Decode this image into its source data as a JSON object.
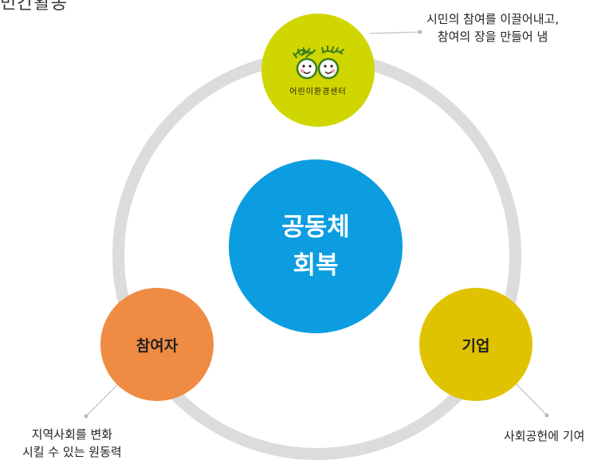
{
  "header": {
    "title_cut": "민간활동"
  },
  "center": {
    "label": "공동체\n회복"
  },
  "nodes": {
    "top": {
      "logo_text": "어린이환경센터",
      "icon": "two-smiling-faces-with-leaves-logo"
    },
    "left": {
      "label": "참여자"
    },
    "right": {
      "label": "기업"
    }
  },
  "notes": {
    "top": "시민의 참여를 이끌어내고,\n참여의 장을 만들어 냄",
    "left": "지역사회를 변화\n시킬 수 있는 원동력",
    "right": "사회공헌에 기여"
  },
  "colors": {
    "center": "#0b9de0",
    "top": "#cfd600",
    "left": "#f08b43",
    "right": "#e0c300",
    "ring": "#dcdcdc",
    "connector": "#b8b8b8"
  }
}
